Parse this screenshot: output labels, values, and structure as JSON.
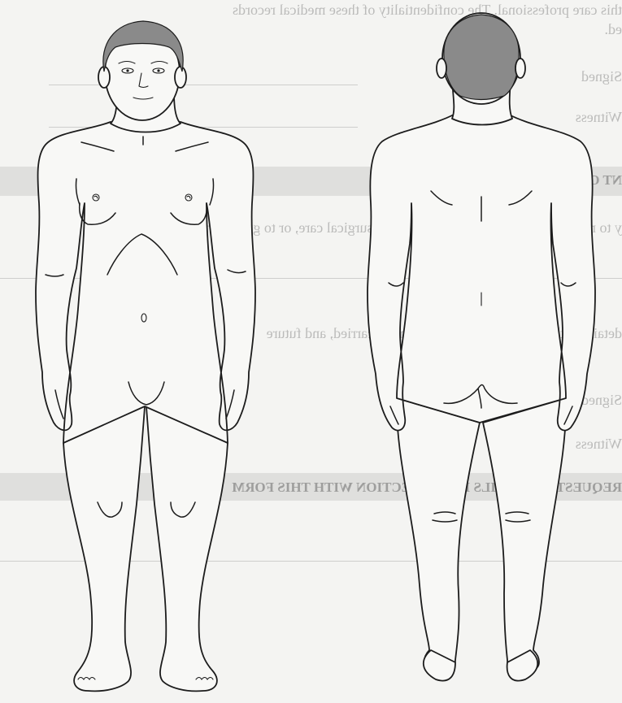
{
  "bleed_through": [
    "this care professional. The confidentiality of these medical records",
    "ed.",
    "Signed",
    "Witness",
    "NT OR PARENT OR GUARDIAN",
    "y to my treatment for emergency medical, surgical care, or to give to the",
    "Signed",
    "Witness",
    "details of the patient, diagnosis, treatment carried, and future",
    "REQUESTED DETAILS IN CONNECTION WITH THIS FORM"
  ],
  "figures": [
    {
      "view": "front"
    },
    {
      "view": "back"
    }
  ],
  "colors": {
    "hair": "#8a8a8a",
    "outline": "#1c1c1c",
    "paper": "#f4f4f2",
    "bleed": "#8e8e8e"
  }
}
